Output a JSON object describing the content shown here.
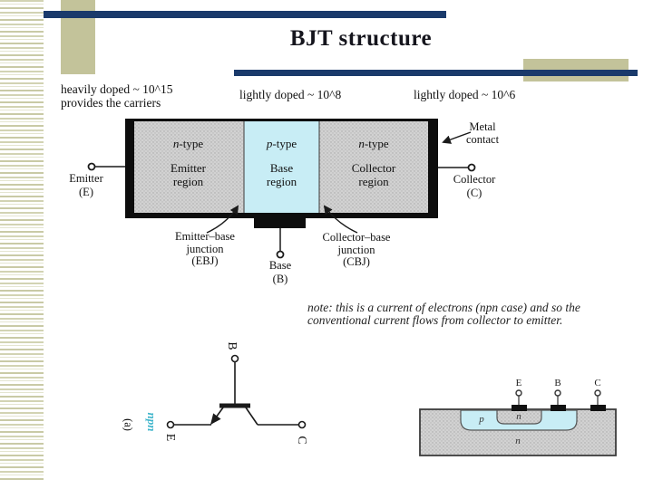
{
  "title": "BJT structure",
  "annotations": {
    "heavily_doped": [
      "heavily doped ~ 10^15",
      "provides the carriers"
    ],
    "lightly_doped_base": "lightly doped ~ 10^8",
    "lightly_doped_collector": "lightly doped ~ 10^6",
    "note": [
      "note: this is a current of electrons (npn case) and so the",
      "conventional current flows from collector to emitter."
    ]
  },
  "structure_diagram": {
    "regions": [
      {
        "type_letter": "n",
        "type_suffix": "-type",
        "name_line1": "Emitter",
        "name_line2": "region"
      },
      {
        "type_letter": "p",
        "type_suffix": "-type",
        "name_line1": "Base",
        "name_line2": "region"
      },
      {
        "type_letter": "n",
        "type_suffix": "-type",
        "name_line1": "Collector",
        "name_line2": "region"
      }
    ],
    "terminals": {
      "emitter": {
        "name": "Emitter",
        "abbr": "(E)"
      },
      "collector": {
        "name": "Collector",
        "abbr": "(C)"
      },
      "base": {
        "name": "Base",
        "abbr": "(B)"
      }
    },
    "junctions": {
      "ebj": [
        "Emitter–base",
        "junction",
        "(EBJ)"
      ],
      "cbj": [
        "Collector–base",
        "junction",
        "(CBJ)"
      ]
    },
    "metal_contact": [
      "Metal",
      "contact"
    ]
  },
  "symbol_diagram": {
    "base": "B",
    "emitter": "E",
    "collector": "C",
    "type_label": "npn",
    "figure_label": "(a)"
  },
  "cross_section": {
    "terminals": [
      "E",
      "B",
      "C"
    ],
    "p_region": "p",
    "n_well": "n",
    "n_substrate": "n"
  },
  "colors": {
    "accent_navy": "#1a3a6b",
    "accent_tan": "#c3c39a",
    "region_gray": "#d2d2d2",
    "region_cyan": "#c8edf5",
    "npn_cyan": "#3fb5cb"
  }
}
